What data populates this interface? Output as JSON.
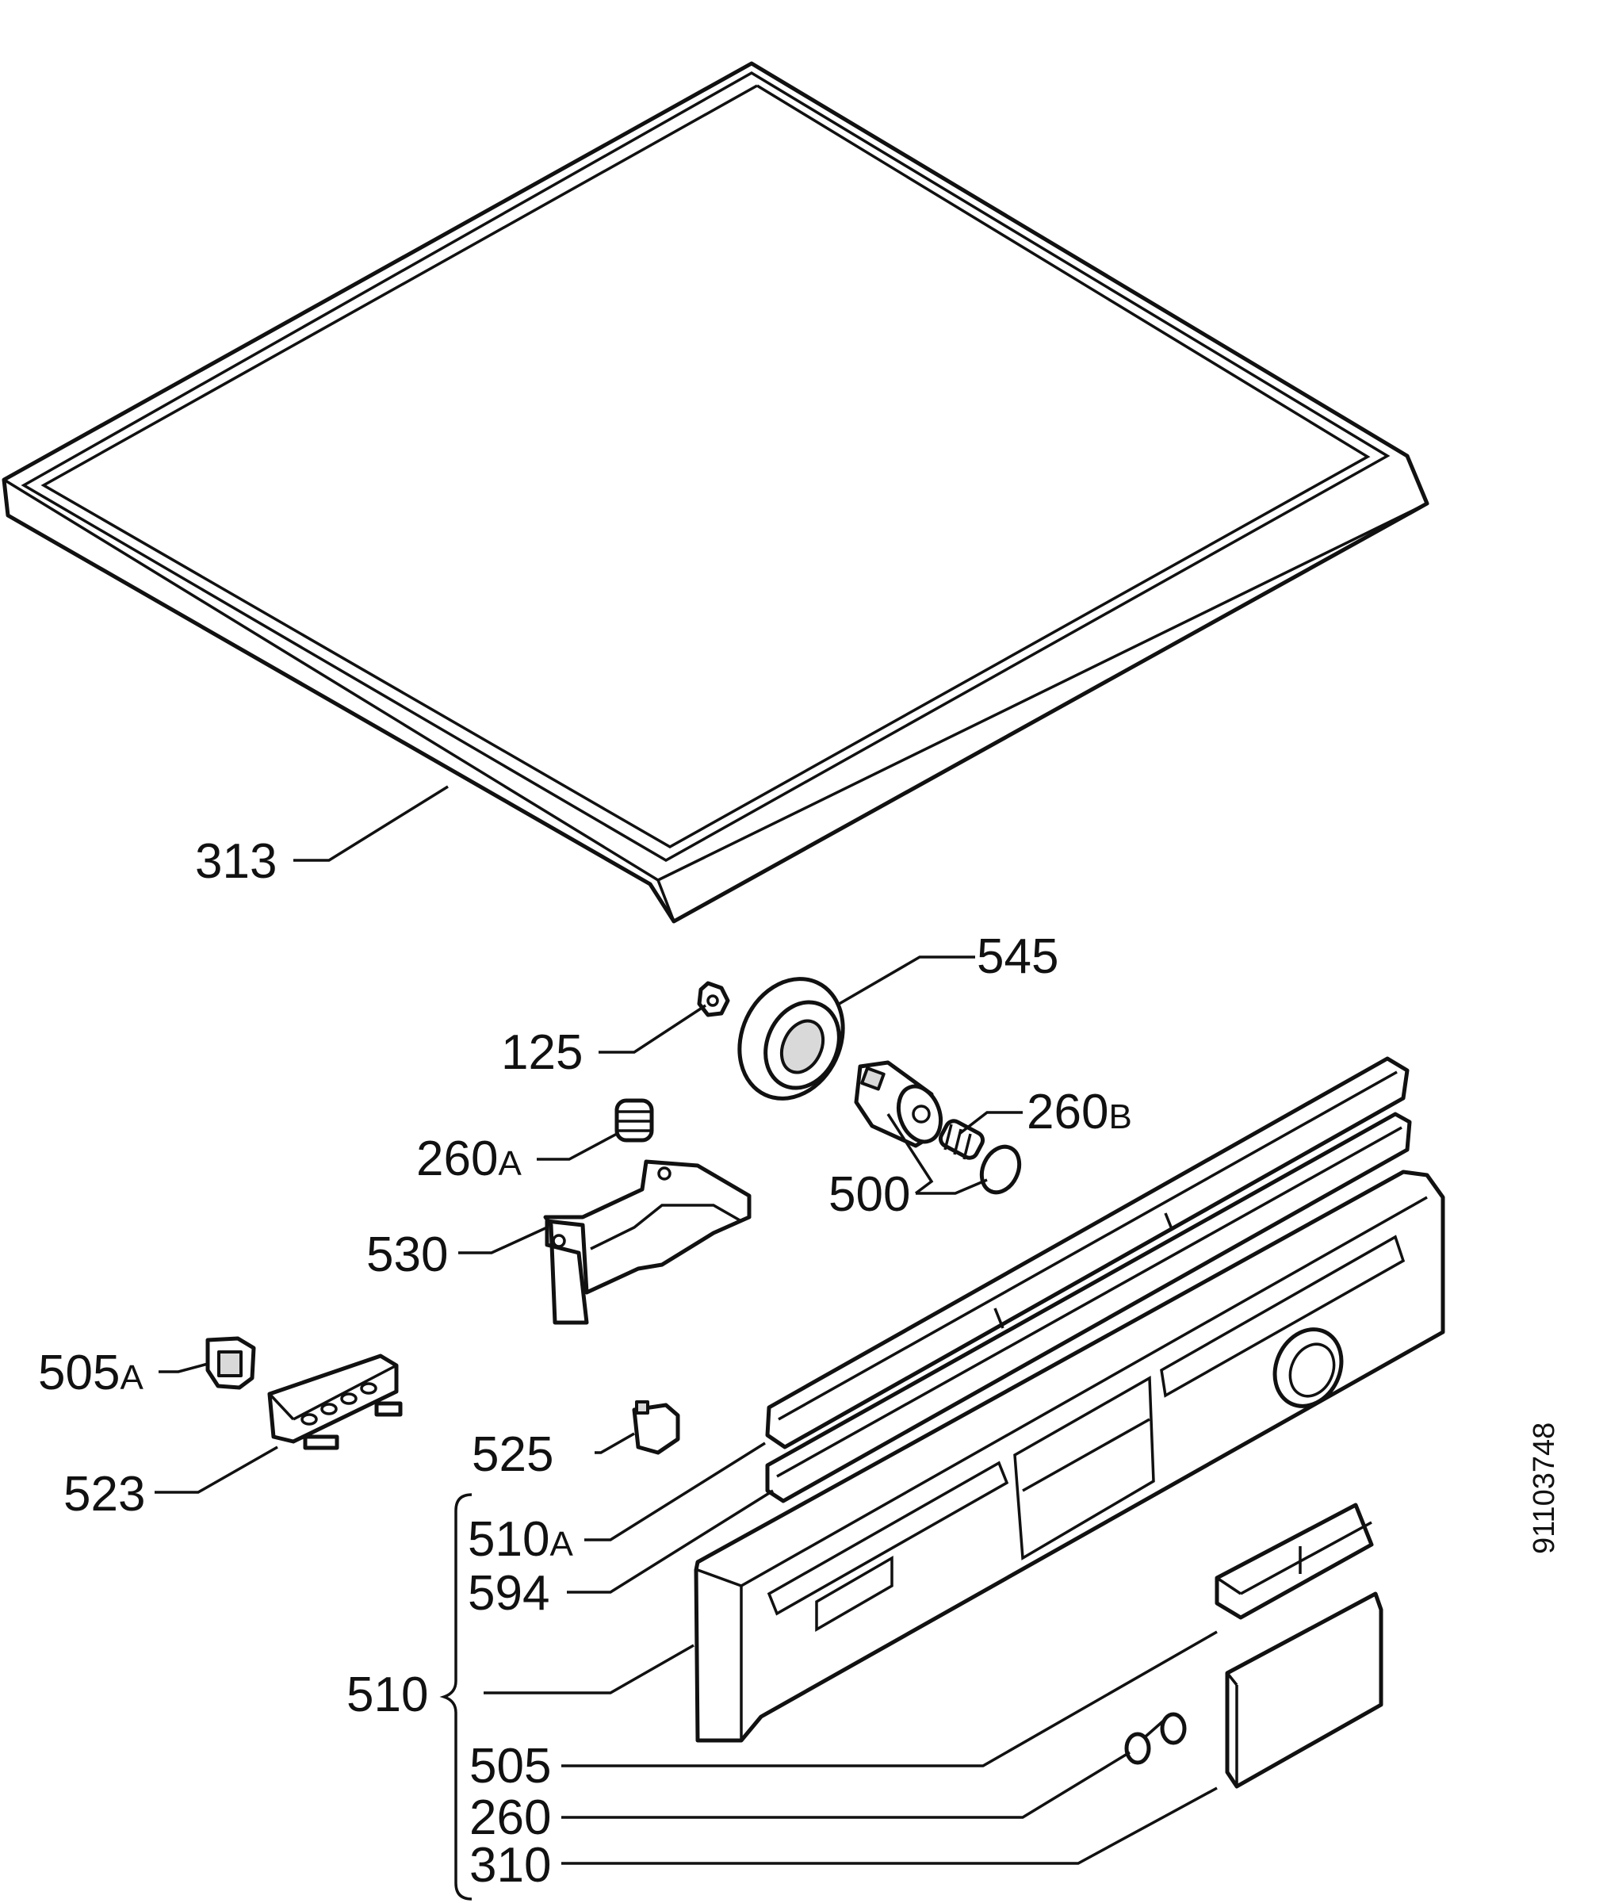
{
  "diagram": {
    "reference_number": "91103748",
    "labels": {
      "p313": "313",
      "p545": "545",
      "p125": "125",
      "p260B": "260",
      "p260B_suffix": "B",
      "p260A": "260",
      "p260A_suffix": "A",
      "p500": "500",
      "p530": "530",
      "p505A": "505",
      "p505A_suffix": "A",
      "p525": "525",
      "p523": "523",
      "p510A": "510",
      "p510A_suffix": "A",
      "p594": "594",
      "p510": "510",
      "p505": "505",
      "p260": "260",
      "p310": "310"
    }
  }
}
